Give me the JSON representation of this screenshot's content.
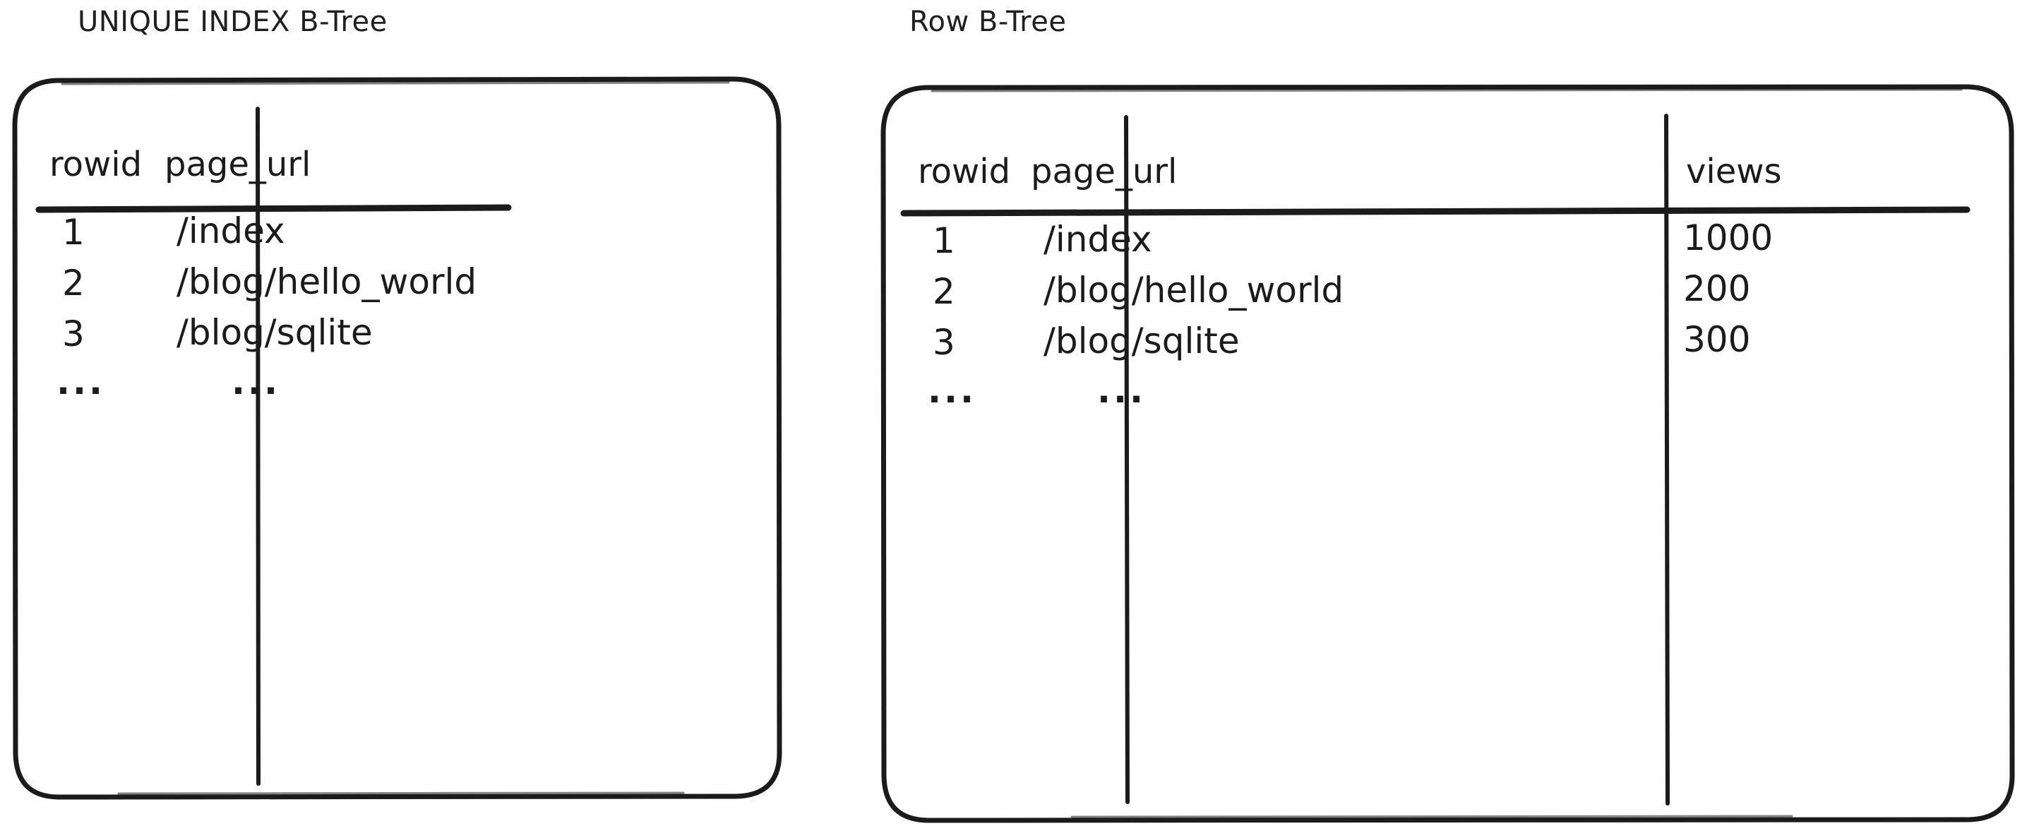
{
  "diagram": {
    "background_color": "#ffffff",
    "stroke_color": "#1b1b1b",
    "panels": [
      {
        "id": "unique-index-btree",
        "title": "UNIQUE INDEX B-Tree",
        "columns": [
          "rowid",
          "page_url"
        ],
        "rows": [
          [
            "1",
            "/index"
          ],
          [
            "2",
            "/blog/hello_world"
          ],
          [
            "3",
            "/blog/sqlite"
          ],
          [
            "...",
            "..."
          ]
        ]
      },
      {
        "id": "row-btree",
        "title": "Row B-Tree",
        "columns": [
          "rowid",
          "page_url",
          "views"
        ],
        "rows": [
          [
            "1",
            "/index",
            "1000"
          ],
          [
            "2",
            "/blog/hello_world",
            "200"
          ],
          [
            "3",
            "/blog/sqlite",
            "300"
          ],
          [
            "...",
            "...",
            ""
          ]
        ]
      }
    ]
  }
}
